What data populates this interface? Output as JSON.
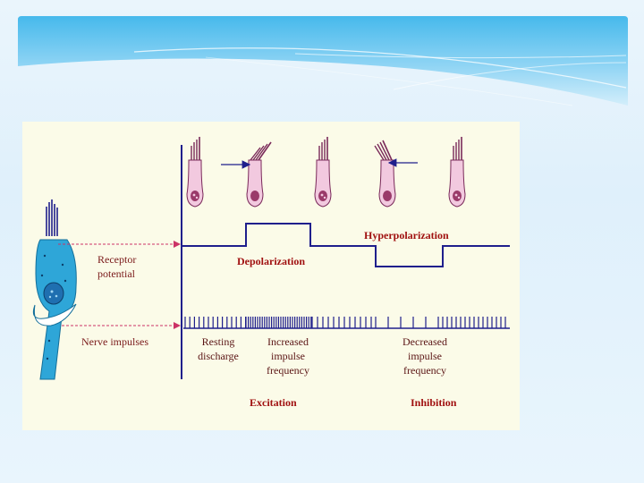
{
  "diagram": {
    "left_labels": {
      "receptor_potential": "Receptor\npotential",
      "nerve_impulses": "Nerve  impulses"
    },
    "state_labels": {
      "hyperpolarization": "Hyperpolarization",
      "depolarization": "Depolarization"
    },
    "impulse_labels": {
      "resting": "Resting\ndischarge",
      "increased": "Increased\nimpulse\nfrequency",
      "decreased": "Decreased\nimpulse\nfrequency"
    },
    "outcome_labels": {
      "excitation": "Excitation",
      "inhibition": "Inhibition"
    },
    "colors": {
      "frame_blue": "#1f1f8c",
      "label_red": "#a01010",
      "arrow_pink": "#cc3366",
      "cell_cyan": "#2ea6d8",
      "hair_cell_pink": "#f2c9df",
      "panel_bg": "#fbfbe8"
    },
    "icons": [
      "hair-cell-icon",
      "right-arrow-icon",
      "left-arrow-icon"
    ]
  }
}
